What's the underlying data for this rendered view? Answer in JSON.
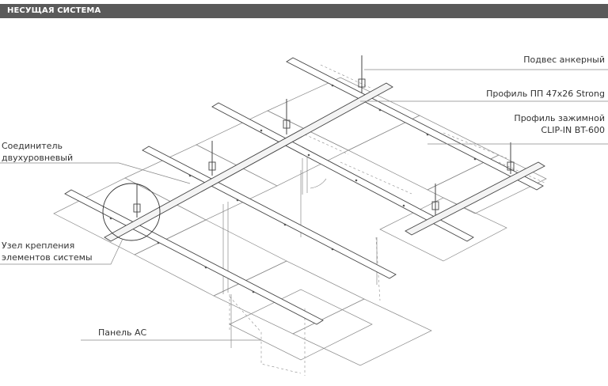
{
  "header": {
    "title": "НЕСУЩАЯ СИСТЕМА"
  },
  "labels": {
    "anchor_hanger": "Подвес анкерный",
    "profile_pp": "Профиль ПП 47х26 Strong",
    "clip_profile_line1": "Профиль зажимной",
    "clip_profile_line2": "CLIP-IN BT-600",
    "connector_line1": "Соединитель",
    "connector_line2": "двухуровневый",
    "fixing_node_line1": "Узел крепления",
    "fixing_node_line2": "элементов системы",
    "panel": "Панель АС"
  },
  "colors": {
    "header_bg": "#5a5a5a",
    "header_text": "#ffffff",
    "line": "#444444",
    "label_text": "#333333"
  }
}
